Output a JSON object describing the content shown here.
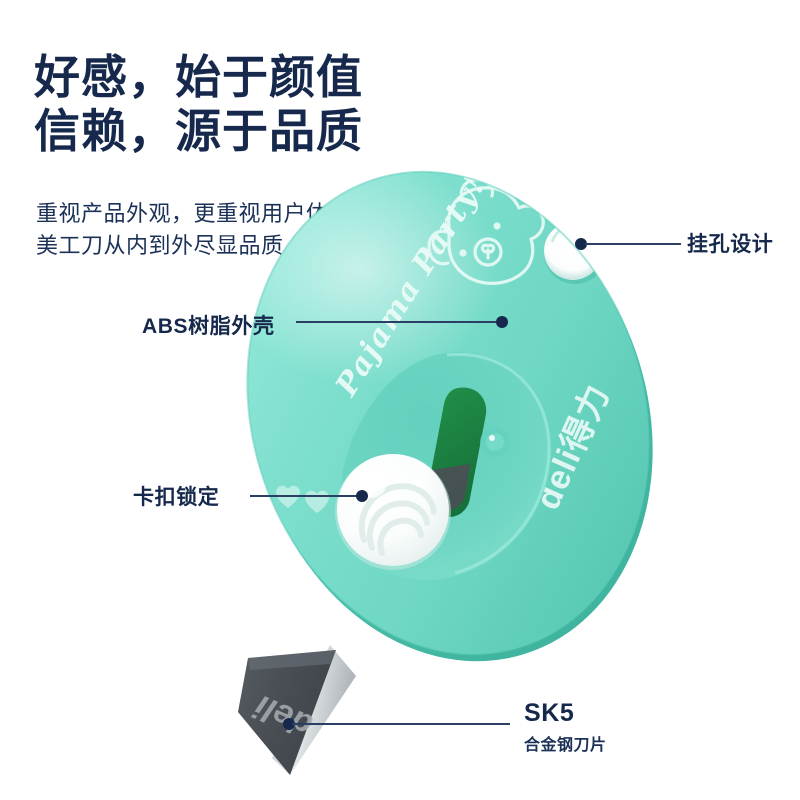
{
  "headline": {
    "line1": "好感，始于颜值",
    "line2": "信赖，源于品质"
  },
  "subheadline": {
    "line1": "重视产品外观，更重视用户体验",
    "line2": "美工刀从内到外尽显品质"
  },
  "callouts": {
    "hanging_hole": "挂孔设计",
    "abs_shell": "ABS树脂外壳",
    "buckle_lock": "卡扣锁定",
    "blade_title": "SK5",
    "blade_subtitle": "合金钢刀片"
  },
  "product": {
    "brand_mark": "deli得力",
    "script_text": "Pajama Party!",
    "blade_etch": "deli",
    "character": "puppy-face-outline",
    "hearts": "two-hearts"
  },
  "colors": {
    "navy": "#16294C",
    "body_mint_light": "#8FE6D6",
    "body_mint": "#6FD7C4",
    "body_mint_dark": "#46BCA7",
    "slider_green": "#1E7A3E",
    "blade_dark": "#4A4F55",
    "blade_edge": "#D3D7DA",
    "white": "#FFFFFF",
    "background": "#FFFFFF"
  }
}
